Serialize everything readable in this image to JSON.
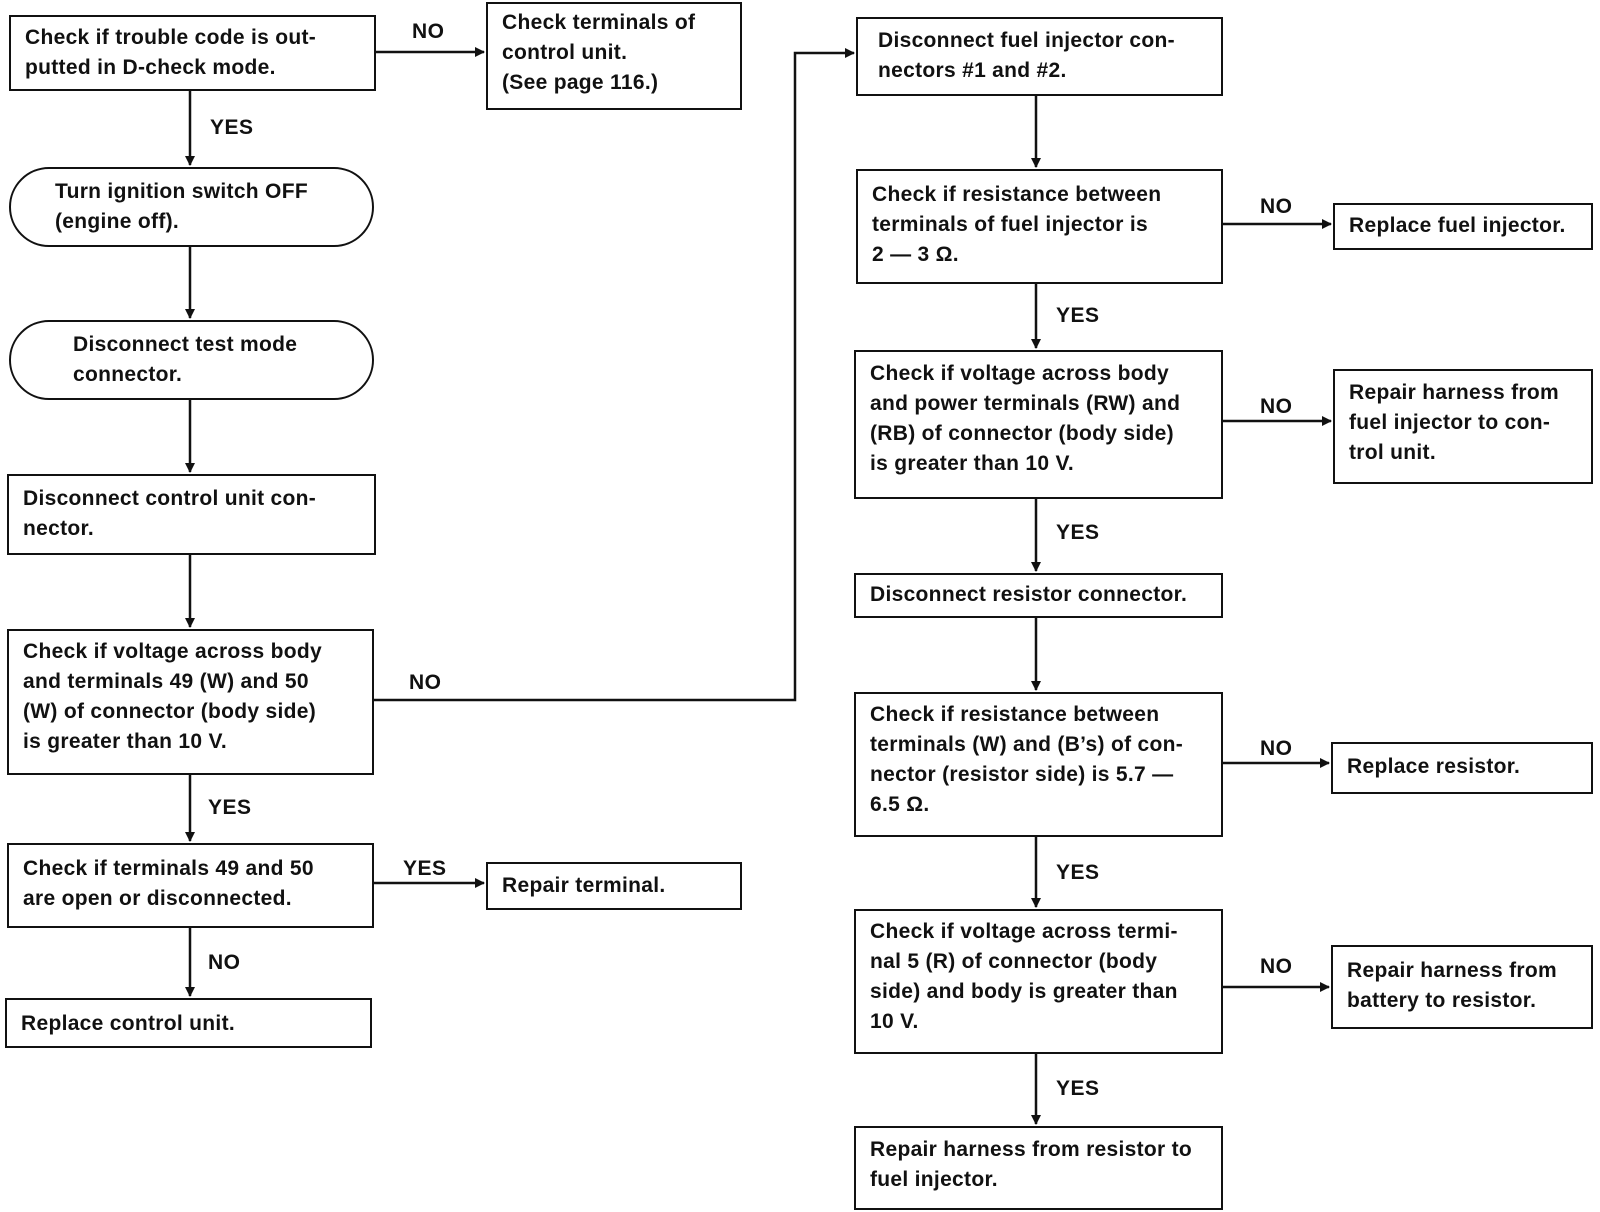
{
  "boxes": {
    "check_trouble_code": [
      "Check if trouble code is out-",
      "putted in D-check mode."
    ],
    "check_terminals_cu": [
      "Check terminals of",
      "control unit.",
      "(See page 116.)"
    ],
    "turn_ignition_off": [
      "Turn ignition switch OFF",
      "(engine off)."
    ],
    "disconnect_test_mode": [
      "Disconnect test mode",
      "connector."
    ],
    "disconnect_cu_connector": [
      "Disconnect control unit con-",
      "nector."
    ],
    "check_voltage_49_50": [
      "Check if voltage across body",
      "and terminals 49 (W) and 50",
      "(W) of connector (body side)",
      "is greater than 10 V."
    ],
    "check_terminals_open": [
      "Check if terminals 49 and 50",
      "are open or disconnected."
    ],
    "repair_terminal": [
      "Repair terminal."
    ],
    "replace_control_unit": [
      "Replace control unit."
    ],
    "disconnect_fuel_injector": [
      "Disconnect fuel injector con-",
      "nectors #1 and #2."
    ],
    "check_injector_resistance": [
      "Check if resistance between",
      "terminals of fuel injector is",
      "2 — 3 Ω."
    ],
    "replace_fuel_injector": [
      "Replace fuel injector."
    ],
    "check_power_voltage": [
      "Check if voltage across body",
      "and power terminals (RW) and",
      "(RB) of connector (body side)",
      "is greater than 10 V."
    ],
    "repair_harness_injector_cu": [
      "Repair harness from",
      "fuel injector to con-",
      "trol unit."
    ],
    "disconnect_resistor": [
      "Disconnect resistor connector."
    ],
    "check_resistor_resistance": [
      "Check if resistance between",
      "terminals (W) and (B’s) of con-",
      "nector (resistor side) is 5.7 —",
      "6.5 Ω."
    ],
    "replace_resistor": [
      "Replace resistor."
    ],
    "check_voltage_terminal5": [
      "Check if voltage across termi-",
      "nal 5 (R) of connector (body",
      "side) and body is greater than",
      "10 V."
    ],
    "repair_harness_battery_resistor": [
      "Repair harness from",
      "battery to resistor."
    ],
    "repair_harness_resistor_injector": [
      "Repair harness from resistor to",
      "fuel injector."
    ]
  },
  "labels": {
    "yes": "YES",
    "no": "NO"
  }
}
